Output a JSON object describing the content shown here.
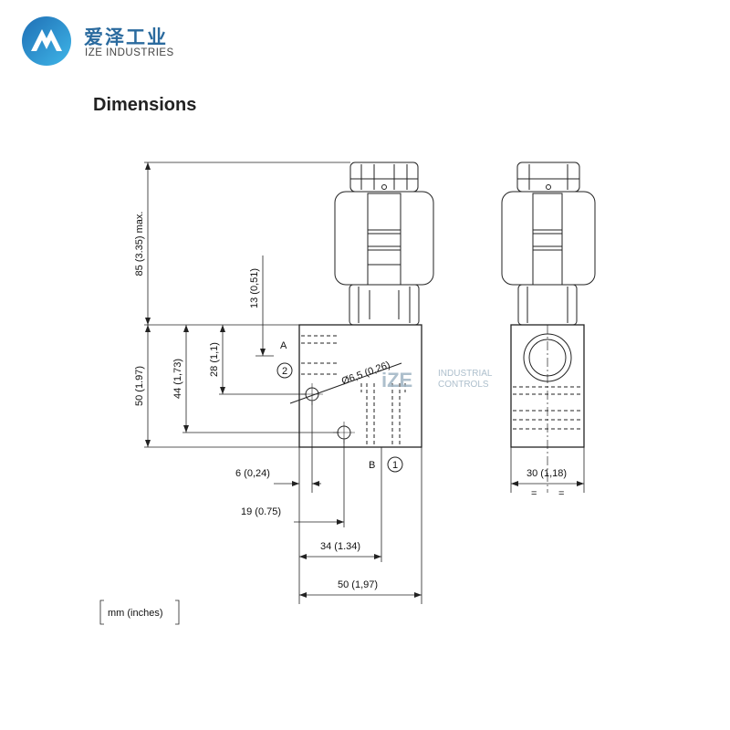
{
  "header": {
    "brand_cn": "爱泽工业",
    "brand_en": "IZE INDUSTRIES",
    "logo_icon": "ize-logo-icon",
    "brand_color": "#2a6a9e",
    "logo_gradient": [
      "#1f6fb5",
      "#3fb6e8"
    ]
  },
  "section_title": "Dimensions",
  "watermark": {
    "mark": "iZE",
    "line1": "INDUSTRIAL",
    "line2": "CONTROLS",
    "color": "#9fb4c4"
  },
  "dimensions": {
    "height_max": "85 (3.35) max.",
    "height_top": "13 (0,51)",
    "port_a_height": "28 (1,1)",
    "hole_height": "44 (1,73)",
    "body_height": "50 (1.97)",
    "hole_diameter": "Ø6,5 (0,26)",
    "port_offset": "6 (0,24)",
    "hole_x1": "19 (0.75)",
    "hole_x2": "34 (1.34)",
    "body_width": "50 (1,97)",
    "side_width": "30 (1,18)",
    "symmetry_mark": "="
  },
  "ports": {
    "a_label": "A",
    "a_number": "2",
    "b_label": "B",
    "b_number": "1"
  },
  "units_note": "mm  (inches)"
}
